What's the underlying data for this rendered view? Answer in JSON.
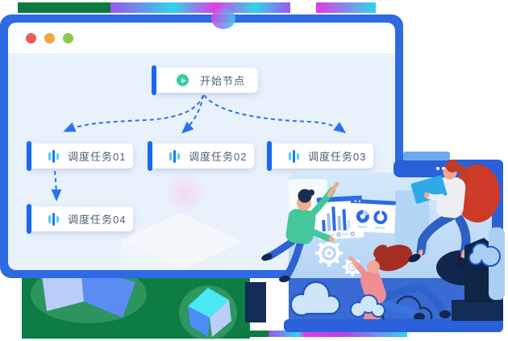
{
  "main_window": {
    "type": "browser-mockup",
    "traffic_lights": [
      {
        "name": "close",
        "color": "#ee5a5a"
      },
      {
        "name": "minimize",
        "color": "#f3a43d"
      },
      {
        "name": "zoom",
        "color": "#8ac94d"
      }
    ],
    "flow": {
      "start_node": {
        "label": "开始节点",
        "icon": "play-icon"
      },
      "task_nodes": [
        {
          "label": "调度任务01",
          "icon": "equalizer-icon"
        },
        {
          "label": "调度任务02",
          "icon": "equalizer-icon"
        },
        {
          "label": "调度任务03",
          "icon": "equalizer-icon"
        },
        {
          "label": "调度任务04",
          "icon": "equalizer-icon"
        }
      ],
      "connections": [
        {
          "from": "开始节点",
          "to": "调度任务01"
        },
        {
          "from": "开始节点",
          "to": "调度任务02"
        },
        {
          "from": "开始节点",
          "to": "调度任务03"
        },
        {
          "from": "调度任务01",
          "to": "调度任务04"
        }
      ]
    }
  },
  "secondary_window": {
    "type": "illustration-mockup",
    "header_dots": 3,
    "scene": "team-collaboration-analytics",
    "mini_bar_chart": [
      14,
      22,
      30,
      18,
      26,
      12,
      20
    ],
    "donut_charts": 2,
    "gears": 2
  },
  "colors": {
    "window_frame": "#2d6ae4",
    "node_accent": "#1769f0",
    "arrow": "#2b72ee",
    "content_bg": "#e9f1fb",
    "strip_green": "#0b7b43",
    "strip_purple": "#9d55ef",
    "strip_cyan": "#2fd5e9",
    "strip_magenta": "#df3ce9",
    "ground_green": "#0d7c45",
    "sky": "#cfe6fa",
    "floor_blue": "#3a6bd3",
    "cube_front": "#5a8cf4",
    "cube_top": "#49e8f4"
  }
}
